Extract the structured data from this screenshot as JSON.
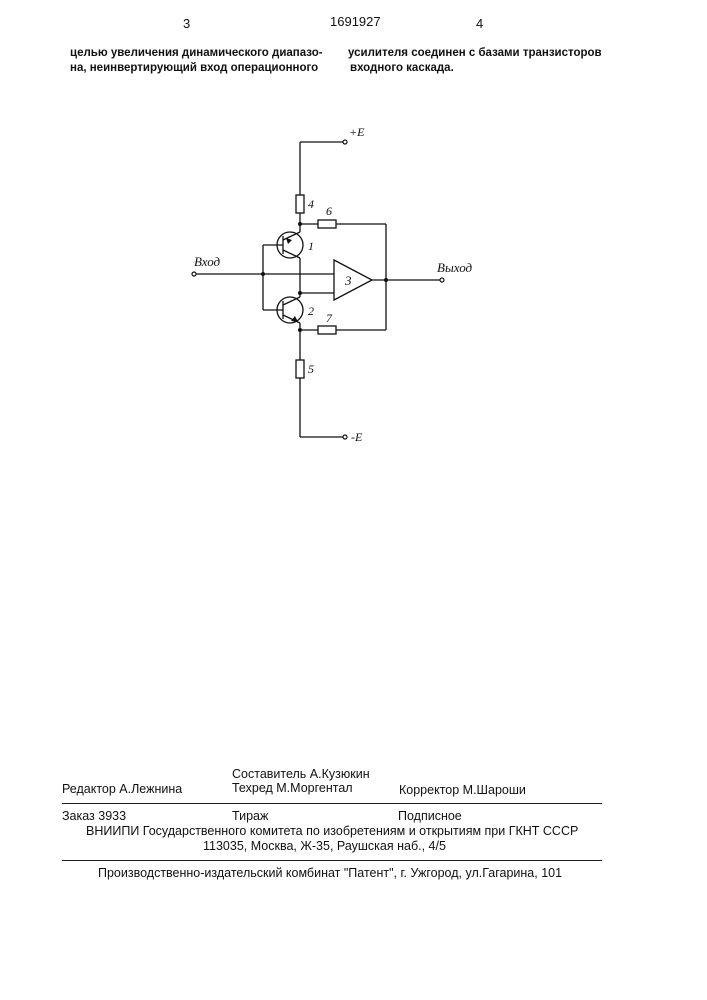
{
  "header": {
    "page_left": "3",
    "patent_number": "1691927",
    "page_right": "4"
  },
  "text": {
    "left_column": [
      "целью увеличения динамического диапазо-",
      "на, неинвертирующий вход операционного"
    ],
    "right_column": [
      "усилителя соединен с базами транзисторов",
      "входного каскада."
    ]
  },
  "figure": {
    "labels": {
      "plus_e": "+E",
      "minus_e": "-E",
      "input": "Вход",
      "output": "Выход",
      "transistor_1": "1",
      "transistor_2": "2",
      "amplifier": "3",
      "resistor_4": "4",
      "resistor_5": "5",
      "resistor_6": "6",
      "resistor_7": "7"
    }
  },
  "imprint": {
    "editor": "Редактор  А.Лежнина",
    "compiler": "Составитель А.Кузюкин",
    "techred": "Техред М.Моргентал",
    "corrector": "Корректор  М.Шароши",
    "order": "Заказ  3933",
    "circulation": "Тираж",
    "subscription": "Подписное",
    "institute": "ВНИИПИ Государственного комитета по изобретениям и открытиям при ГКНТ СССР",
    "address": "113035, Москва, Ж-35, Раушская наб., 4/5",
    "publisher": "Производственно-издательский комбинат \"Патент\", г. Ужгород, ул.Гагарина, 101"
  }
}
